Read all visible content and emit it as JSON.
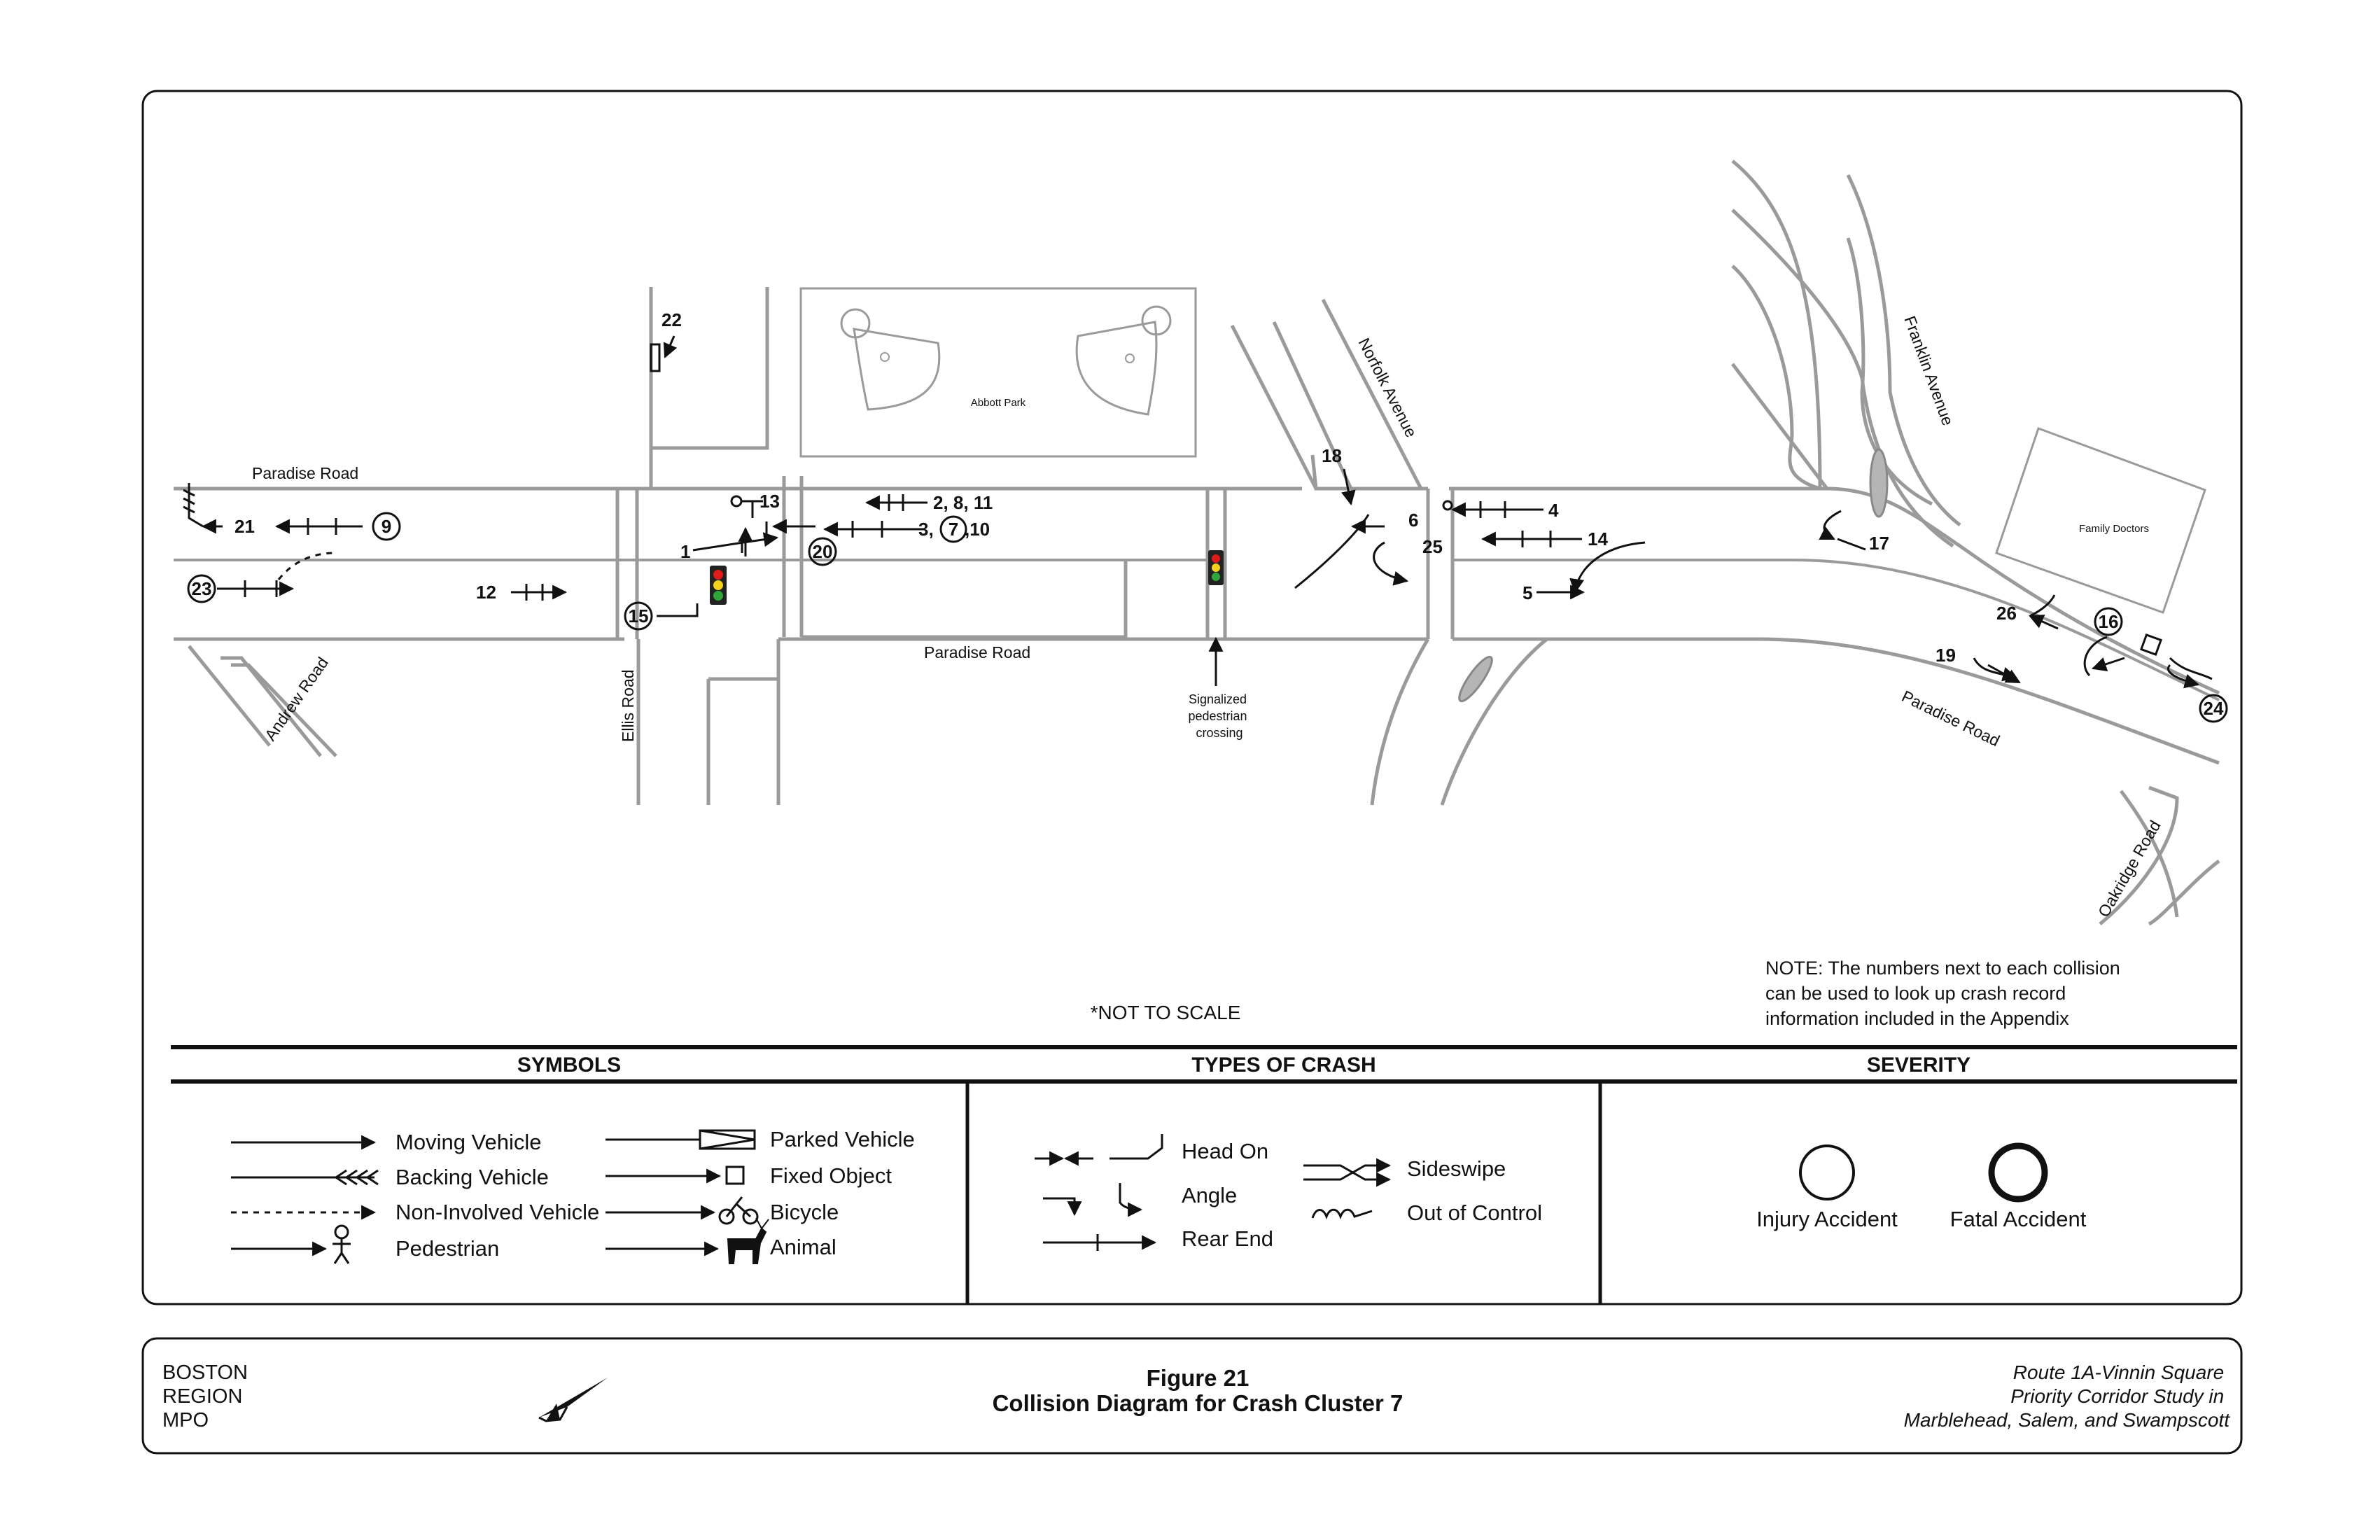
{
  "map": {
    "streets": {
      "paradise_road_west": "Paradise Road",
      "paradise_road_mid": "Paradise Road",
      "paradise_road_east": "Paradise Road",
      "andrew_road": "Andrew Road",
      "ellis_road": "Ellis Road",
      "norfolk_avenue": "Norfolk Avenue",
      "franklin_avenue": "Franklin Avenue",
      "oakridge_road": "Oakridge Road"
    },
    "places": {
      "abbott_park": "Abbott Park",
      "family_doctors": "Family Doctors"
    },
    "crosswalk_label": [
      "Signalized",
      "pedestrian",
      "crossing"
    ],
    "scale_note": "*NOT TO SCALE",
    "note": [
      "NOTE:  The numbers next to each collision",
      "can be used to look up crash record",
      "information included in the Appendix"
    ],
    "crash_labels": {
      "c1": "1",
      "c2": "2, 8, 11",
      "c3": "3,",
      "c7": "7",
      "c10": ",10",
      "c4": "4",
      "c5": "5",
      "c6": "6",
      "c9": "9",
      "c12": "12",
      "c13": "13",
      "c14": "14",
      "c15": "15",
      "c16": "16",
      "c17": "17",
      "c18": "18",
      "c19": "19",
      "c20": "20",
      "c21": "21",
      "c22": "22",
      "c23": "23",
      "c24": "24",
      "c25": "25",
      "c26": "26"
    }
  },
  "legend": {
    "symbols_header": "SYMBOLS",
    "types_header": "TYPES OF CRASH",
    "severity_header": "SEVERITY",
    "symbols": {
      "moving": "Moving Vehicle",
      "backing": "Backing Vehicle",
      "non_involved": "Non-Involved Vehicle",
      "pedestrian": "Pedestrian",
      "parked": "Parked Vehicle",
      "fixed": "Fixed Object",
      "bicycle": "Bicycle",
      "animal": "Animal"
    },
    "types": {
      "head_on": "Head On",
      "angle": "Angle",
      "rear_end": "Rear End",
      "sideswipe": "Sideswipe",
      "out_of_control": "Out of Control"
    },
    "severity": {
      "injury": "Injury Accident",
      "fatal": "Fatal Accident"
    }
  },
  "footer": {
    "org": [
      "BOSTON",
      "REGION",
      "MPO"
    ],
    "figure_number": "Figure 21",
    "figure_title": "Collision Diagram for Crash Cluster 7",
    "study": [
      "Route 1A-Vinnin Square",
      "Priority Corridor Study in",
      "Marblehead, Salem, and Swampscott"
    ]
  },
  "colors": {
    "road_line": "#9a9a9a",
    "ink": "#111111",
    "signal_red": "#e01b1b",
    "signal_yellow": "#f2d21b",
    "signal_green": "#2fa53a",
    "island": "#b5b5b5"
  }
}
